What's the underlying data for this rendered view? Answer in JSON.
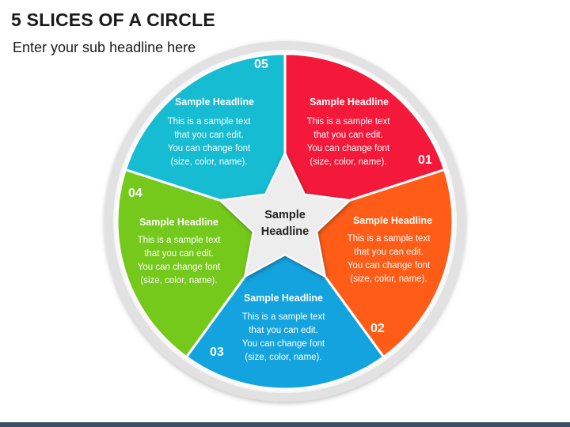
{
  "header": {
    "title": "5 SLICES OF A CIRCLE",
    "subtitle": "Enter your sub headline here"
  },
  "center": {
    "line1": "Sample",
    "line2": "Headline"
  },
  "segments": [
    {
      "number": "01",
      "headline": "Sample Headline",
      "body": [
        "This is a sample text",
        "that you can edit.",
        "You can change font",
        "(size, color, name)."
      ],
      "color": "#F4193A"
    },
    {
      "number": "02",
      "headline": "Sample Headline",
      "body": [
        "This is a sample text",
        "that you can edit.",
        "You can change font",
        "(size, color, name)."
      ],
      "color": "#FF5C17"
    },
    {
      "number": "03",
      "headline": "Sample Headline",
      "body": [
        "This is a sample text",
        "that you can edit.",
        "You can change font",
        "(size, color, name)."
      ],
      "color": "#13A3DF"
    },
    {
      "number": "04",
      "headline": "Sample Headline",
      "body": [
        "This is a sample text",
        "that you can edit.",
        "You can change font",
        "(size, color, name)."
      ],
      "color": "#74C91A"
    },
    {
      "number": "05",
      "headline": "Sample Headline",
      "body": [
        "This is a sample text",
        "that you can edit.",
        "You can change font",
        "(size, color, name)."
      ],
      "color": "#16BCD2"
    }
  ],
  "colors": {
    "star_fill": "#EDEDED",
    "ring": "#E2E2E2",
    "text_on_color": "#FFFFFF"
  }
}
